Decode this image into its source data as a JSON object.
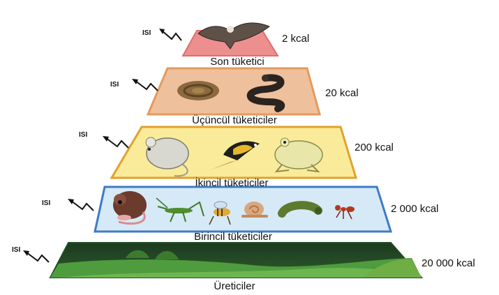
{
  "heat_label": "ISI",
  "tiers": [
    {
      "name": "Son tüketici",
      "energy": "2 kcal",
      "fill": "#EE8F8F",
      "border": "#E06D6D",
      "organism_icons": [
        "eagle-icon"
      ]
    },
    {
      "name": "Üçüncül tüketiciler",
      "energy": "20 kcal",
      "fill": "#EFC09C",
      "border": "#E49A5C",
      "organism_icons": [
        "coiled-snake-icon",
        "snake-icon"
      ]
    },
    {
      "name": "İkincil tüketiciler",
      "energy": "200 kcal",
      "fill": "#FAEB9A",
      "border": "#E0A22C",
      "organism_icons": [
        "mouse-icon",
        "bird-icon",
        "frog-icon"
      ]
    },
    {
      "name": "Birincil tüketiciler",
      "energy": "2 000 kcal",
      "fill": "#D6E9F6",
      "border": "#3E7BC4",
      "organism_icons": [
        "rat-icon",
        "grasshopper-icon",
        "bee-icon",
        "snail-icon",
        "caterpillar-icon",
        "ant-icon"
      ]
    },
    {
      "name": "Üreticiler",
      "energy": "20 000 kcal",
      "fill": "#3E8E3A",
      "border": "#1F4F22",
      "organism_icons": [
        "grass-landscape-icon"
      ]
    }
  ]
}
